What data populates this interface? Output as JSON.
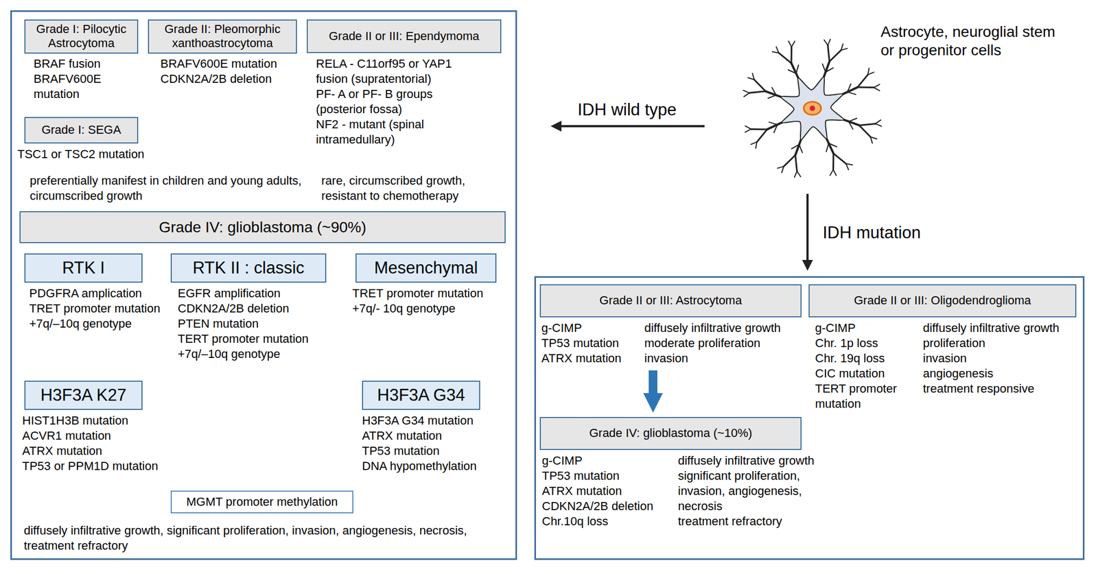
{
  "diagram": {
    "nodes": [
      {
        "text": [
          "preferentially manifest in children and young adults, circumscribed growth",
          "rare, circumscribed growth, resistant to chemotherapy",
          "diffusely infiltrative growth, significant proliferation, invasion, angiogenesis, necrosis, treatment refractory"
        ]
      },
      {
        "text": [
          "Grade I: Pilocytic Astrocytoma",
          "BRAF fusion",
          "BRAFV600E mutation"
        ],
        "in": 0
      },
      {
        "text": [
          "Grade II: Pleomorphic xanthoastrocytoma",
          "BRAFV600E mutation",
          "CDKN2A/2B deletion"
        ],
        "in": 0
      },
      {
        "text": [
          "Grade II or III: Ependymoma",
          "RELA - C11orf95 or YAP1 fusion (supratentorial)",
          "PF- A or PF- B groups (posterior fossa)",
          "NF2 - mutant (spinal intramedullary)"
        ],
        "in": 0
      },
      {
        "text": [
          "Grade I: SEGA",
          "TSC1 or TSC2 mutation"
        ],
        "in": 0
      },
      {
        "text": [
          "Grade IV: glioblastoma (~90%)"
        ],
        "in": 0
      },
      {
        "text": [
          "RTK I",
          "PDGFRA amplication",
          "TRET promoter mutation",
          "+7q/–10q genotype"
        ],
        "in": 0
      },
      {
        "text": [
          "RTK II : classic",
          "EGFR amplification",
          "CDKN2A/2B deletion",
          "PTEN mutation",
          "TERT promoter mutation",
          "+7q/–10q genotype"
        ],
        "in": 0
      },
      {
        "text": [
          "Mesenchymal",
          "TRET promoter mutation",
          "+7q/- 10q genotype"
        ],
        "in": 0
      },
      {
        "text": [
          "H3F3A K27",
          "HIST1H3B mutation",
          "ACVR1 mutation",
          "ATRX mutation",
          "TP53 or PPM1D mutation"
        ],
        "in": 0
      },
      {
        "text": [
          "H3F3A G34",
          "H3F3A G34 mutation",
          "ATRX mutation",
          "TP53 mutation",
          "DNA hypomethylation"
        ],
        "in": 0
      },
      {
        "text": [
          "MGMT promoter methylation"
        ],
        "in": 0
      },
      {
        "text": []
      },
      {
        "text": [
          "Grade II or III: Astrocytoma",
          "g-CIMP",
          "TP53 mutation",
          "ATRX mutation",
          "diffusely infiltrative growth",
          "moderate proliferation",
          "invasion"
        ],
        "in": 12
      },
      {
        "text": [
          "Grade II or III: Oligodendroglioma",
          "g-CIMP",
          "Chr. 1p loss",
          "Chr. 19q loss",
          "CIC mutation",
          "TERT promoter mutation",
          "diffusely infiltrative growth",
          "proliferation",
          "invasion",
          "angiogenesis",
          "treatment responsive"
        ],
        "in": 12
      },
      {
        "text": [
          "Grade IV: glioblastoma (~10%)",
          "g-CIMP",
          "TP53 mutation",
          "ATRX mutation",
          "CDKN2A/2B deletion",
          "Chr.10q loss",
          "diffusely infiltrative growth",
          "significant proliferation, invasion, angiogenesis, necrosis",
          "treatment refractory"
        ],
        "in": 12
      },
      {
        "text": [
          "Astrocyte, neuroglial stem or progenitor cells"
        ]
      }
    ],
    "edges": [
      {
        "from": 16,
        "to": 0,
        "label": "IDH wild type",
        "arrow": "to"
      },
      {
        "from": 16,
        "to": 12,
        "label": "IDH mutation",
        "arrow": "to"
      },
      {
        "from": 13,
        "to": 15,
        "arrow": "to"
      }
    ]
  }
}
